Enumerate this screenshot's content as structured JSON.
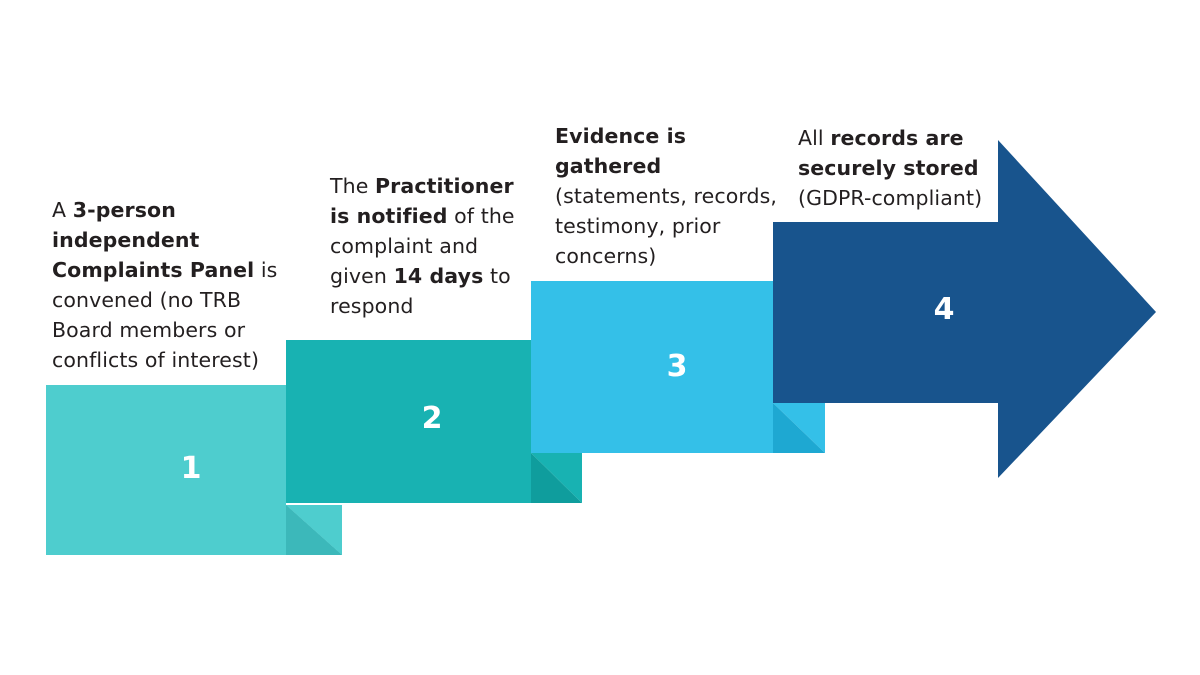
{
  "diagram": {
    "title": "Complaints process four-step chevron arrow",
    "type": "process-arrow",
    "background": "#ffffff",
    "steps": [
      {
        "number": "1",
        "color": "#4ecdce",
        "fold_color": "#3cb8ba",
        "caption_parts": [
          {
            "text": "A ",
            "bold": false
          },
          {
            "text": "3-person independent Complaints Panel",
            "bold": true
          },
          {
            "text": " is convened (no TRB Board members or conflicts of interest)",
            "bold": false
          }
        ],
        "caption_plain": "A 3-person independent Complaints Panel is convened (no TRB Board members or conflicts of interest)"
      },
      {
        "number": "2",
        "color": "#18b2b2",
        "fold_color": "#0f9d9d",
        "caption_parts": [
          {
            "text": "The ",
            "bold": false
          },
          {
            "text": "Practitioner is notified",
            "bold": true
          },
          {
            "text": " of the complaint and given ",
            "bold": false
          },
          {
            "text": "14 days",
            "bold": true
          },
          {
            "text": " to respond",
            "bold": false
          }
        ],
        "caption_plain": "The Practitioner is notified of the complaint and given 14 days to respond"
      },
      {
        "number": "3",
        "color": "#34c0e8",
        "fold_color": "#1ea8d2",
        "caption_parts": [
          {
            "text": "Evidence is gathered",
            "bold": true
          },
          {
            "text": " (statements, records, testimony, prior concerns)",
            "bold": false
          }
        ],
        "caption_plain": "Evidence is gathered (statements, records, testimony, prior concerns)"
      },
      {
        "number": "4",
        "color": "#18548d",
        "fold_color": "#134475",
        "caption_parts": [
          {
            "text": "All ",
            "bold": false
          },
          {
            "text": "records are securely stored",
            "bold": true
          },
          {
            "text": " (GDPR-compliant)",
            "bold": false
          }
        ],
        "caption_plain": "All records are securely stored (GDPR-compliant)"
      }
    ]
  }
}
